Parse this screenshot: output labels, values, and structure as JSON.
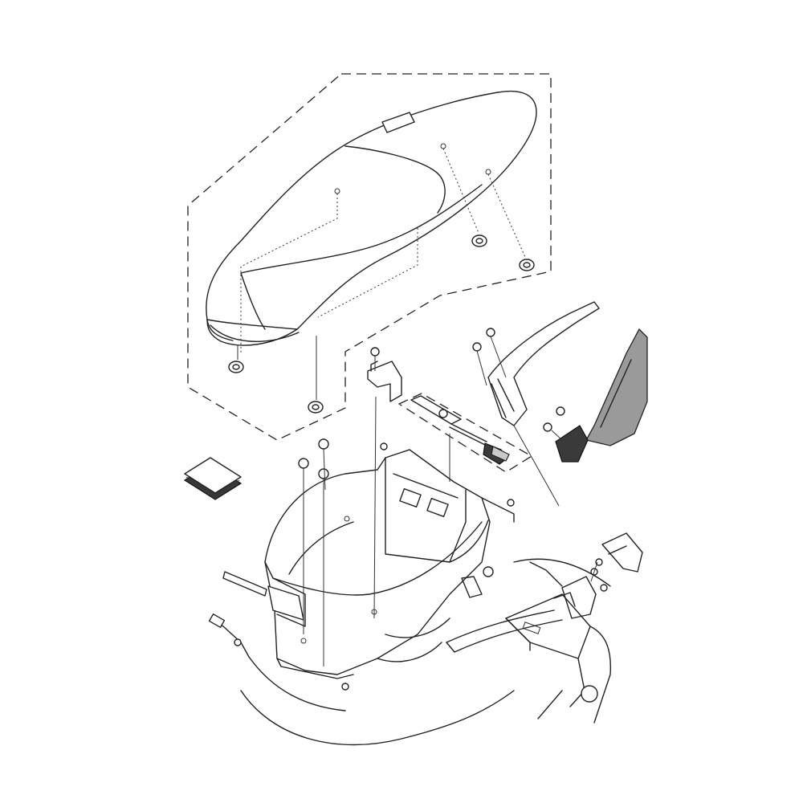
{
  "diagram": {
    "style": "exploded parts view, line art",
    "colors": {
      "line": "#222222",
      "background": "#ffffff",
      "shade_dark": "#3a3a3a",
      "shade_grey": "#9a9a9a"
    },
    "parts": [
      "seat",
      "seat-damper",
      "seat-lock-hook",
      "utility-box",
      "tool-kit",
      "owners-manual",
      "grab-bar",
      "grab-bar-cover",
      "seat-hinge",
      "seat-lock-cable",
      "rear-frame"
    ]
  }
}
